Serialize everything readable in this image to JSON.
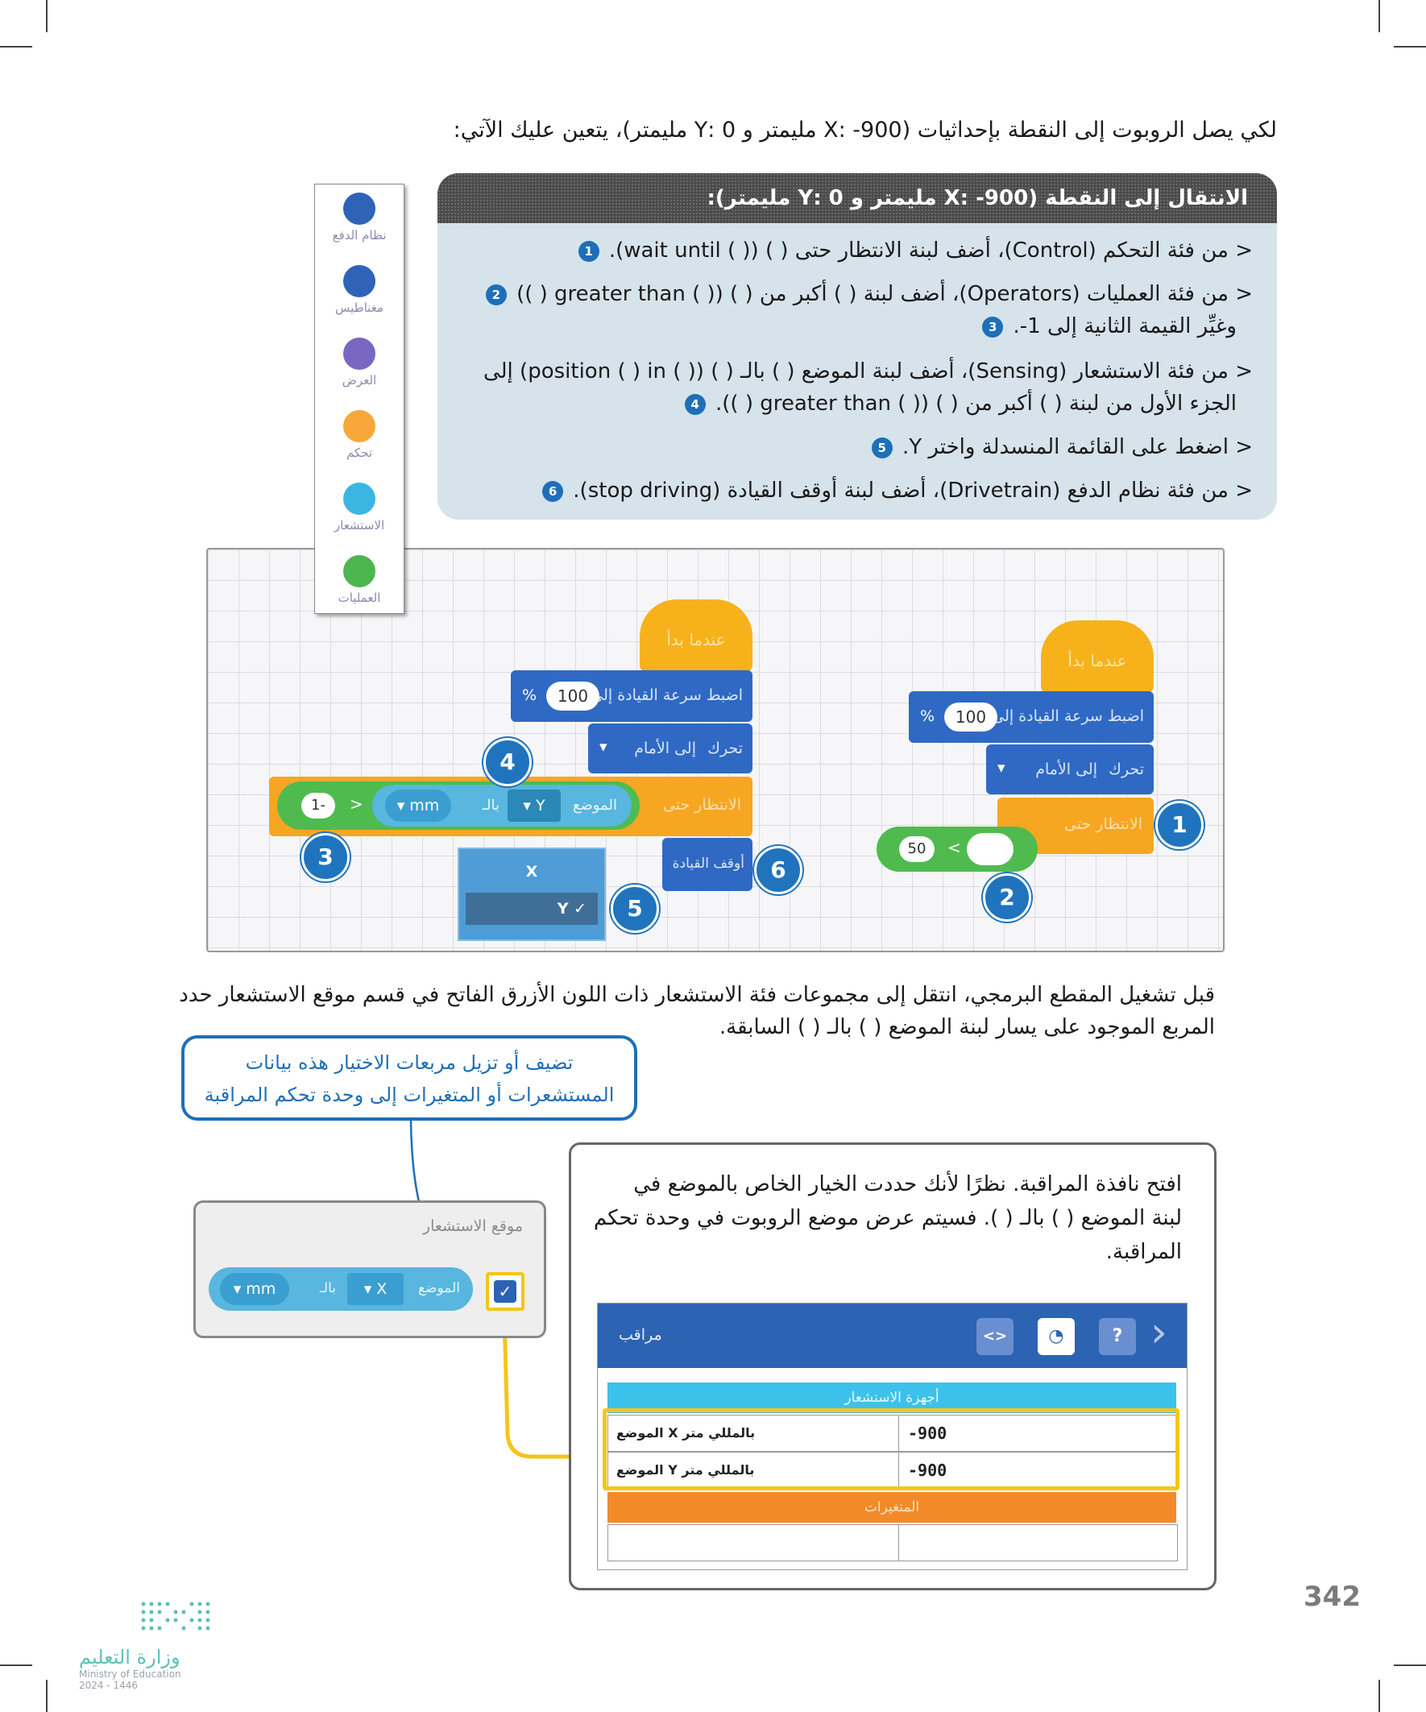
{
  "intro": "لكي يصل الروبوت إلى النقطة بإحداثيات (900- :X مليمتر و 0 :Y مليمتر)، يتعين عليك الآتي:",
  "panel": {
    "title": "الانتقال إلى النقطة (900- :X مليمتر و 0 :Y مليمتر):",
    "steps": [
      {
        "n": "1",
        "text": "< من فئة التحكم (Control)، أضف لبنة الانتظار حتى ( ) (( ) wait until)."
      },
      {
        "n": "2",
        "text": "< من فئة العمليات (Operators)، أضف لبنة ( ) أكبر من ( ) (( ) greater than ( ))"
      },
      {
        "n": "3",
        "text": "وغيِّر القيمة الثانية إلى 1-."
      },
      {
        "n": "",
        "text": "< من فئة الاستشعار (Sensing)، أضف لبنة الموضع ( ) بالـ ( ) (( ) position ( ) in) إلى"
      },
      {
        "n": "4",
        "text": "الجزء الأول من لبنة ( ) أكبر من ( ) (( ) greater than ( ))."
      },
      {
        "n": "5",
        "text": "< اضغط على القائمة المنسدلة واختر Y."
      },
      {
        "n": "6",
        "text": "< من فئة نظام الدفع (Drivetrain)، أضف لبنة أوقف القيادة (stop driving)."
      }
    ]
  },
  "categories": [
    {
      "label": "نظام الدفع",
      "color": "#2e63b8"
    },
    {
      "label": "مغناطيس",
      "color": "#2e63b8"
    },
    {
      "label": "العرض",
      "color": "#7a67c2"
    },
    {
      "label": "تحكم",
      "color": "#f7a83a"
    },
    {
      "label": "الاستشعار",
      "color": "#3bb6e3"
    },
    {
      "label": "العمليات",
      "color": "#4db64f"
    }
  ],
  "code": {
    "hat": "عندما بدأ",
    "speed_label": "اضبط سرعة القيادة إلى",
    "speed_value": "100",
    "percent": "%",
    "drive_label": "تحرك",
    "drive_dir": "إلى الأمام",
    "wait_label": "الانتظار حتى",
    "gt_value_left": "50",
    "gt_op": "<",
    "neg_value": "-1",
    "position_label": "الموضع",
    "axis_selected": "Y",
    "in_label": "بالـ",
    "unit": "mm",
    "stop_label": "أوقف القيادة",
    "menu_x": "X",
    "menu_y": "Y",
    "check": "✓",
    "markers": [
      "1",
      "2",
      "3",
      "4",
      "5",
      "6"
    ]
  },
  "paragraph": [
    "قبل تشغيل المقطع البرمجي، انتقل إلى مجموعات فئة الاستشعار ذات اللون الأزرق الفاتح في قسم موقع الاستشعار حدد",
    "المربع الموجود على يسار لبنة الموضع ( ) بالـ ( ) السابقة."
  ],
  "callout": [
    "تضيف أو تزيل مربعات الاختيار هذه بيانات",
    "المستشعرات أو المتغيرات إلى وحدة تحكم المراقبة"
  ],
  "sensor_panel": {
    "title": "موقع الاستشعار",
    "position": "الموضع",
    "axis": "X",
    "in": "بالـ",
    "unit": "mm"
  },
  "monitor_text": [
    "افتح نافذة المراقبة. نظرًا لأنك حددت الخيار الخاص بالموضع في",
    "لبنة الموضع ( ) بالـ ( ). فسيتم عرض موضع الروبوت في وحدة تحكم",
    "المراقبة."
  ],
  "monitor": {
    "title": "مراقب",
    "sensors_header": "أجهزة الاستشعار",
    "rows": [
      {
        "label": "الموضع X بالمللي متر",
        "value": "-900"
      },
      {
        "label": "الموضع Y بالمللي متر",
        "value": "-900"
      }
    ],
    "variables_header": "المتغيرات",
    "accent": "#f5c518"
  },
  "page_number": "342",
  "ministry": {
    "ar": "وزارة التعليم",
    "en": "Ministry of Education",
    "year": "2024 - 1446"
  }
}
